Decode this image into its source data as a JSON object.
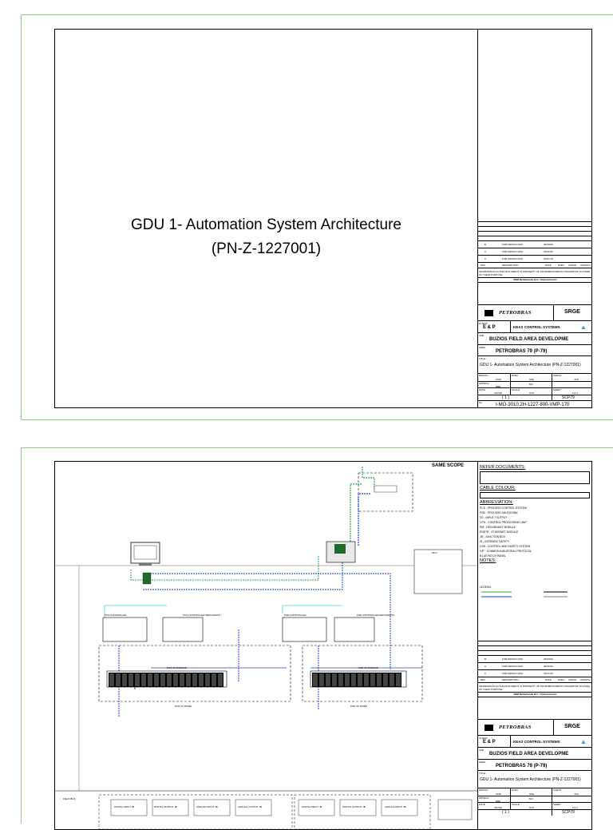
{
  "page1": {
    "title_line1": "GDU 1- Automation System Architecture",
    "title_line2": "(PN-Z-1227001)"
  },
  "title_block": {
    "revisions": [
      {
        "rev": "B",
        "description": "FOR DESIGN (IFD)",
        "date": "26/03/20"
      },
      {
        "rev": "A",
        "description": "FOR DESIGN (IFD)",
        "date": "20/01/20"
      },
      {
        "rev": "0",
        "description": "FOR DESIGN (IFD)",
        "date": "20/07/19"
      }
    ],
    "rev_headers": [
      "REV.",
      "DESCRIPTION",
      "DATE",
      "EXEC.",
      "CHECK",
      "APPROV."
    ],
    "confidential_note": "INFORMATION IN THIS DOCUMENT IS PROPERTY OF PETROBRAS BEING PROHIBITED OUTSIDE OF THEIR PURPOSE",
    "contractor": "SBM Netherlands B.V. / Subcontractor",
    "logo_text": "PETROBRAS",
    "srge": "SRGE",
    "client_label": "CLIENT:",
    "client": "E & P",
    "keas": "KEAS CONTROL SYSTEMS",
    "job_label": "JOB:",
    "job": "BUZIOS FIELD AREA DEVELOPME",
    "area_label": "AREA:",
    "area": "PETROBRAS 79 (P-79)",
    "title_label": "TITLE:",
    "drawing_title": "GDU 1- Automation System Architecture  (PN-Z-1227001)",
    "design_label": "DESIGN",
    "design": "GMP",
    "exec_label": "EXEC.",
    "exec": "SPE",
    "check_label": "CHECK",
    "check": "JUR",
    "approv_label": "APPROV.",
    "approv": "EBE",
    "mo": "MO",
    "date_label": "DATE",
    "date": "2/07/20",
    "scale_label": "SCALE",
    "scale": "NTS",
    "sheet_label": "SHEET",
    "sheet": "1of 3",
    "sheet_no": "( 1 )",
    "scp": "SCP79",
    "no_label": "No.:",
    "doc_no": "I-MO-3010.2H-1227-800-VMP-170"
  },
  "page2": {
    "same_scope": "SAME SCOPE",
    "refer_docs": "REFER DOCUMENTS:",
    "cable_colour": "CABLE COLOUR:",
    "abbreviation": "ABBREVIATION:",
    "abbreviations": [
      "PCS - PROCESS CONTROL SYSTEM",
      "PSD - PROCESS SHUTDOWN",
      "I/O - INPUT / OUTPUT",
      "CPU - CONTROL PROCESSING UNIT",
      "RM - REDUNDANT MODULE",
      "ENETR - ETHERNET MODULE",
      "JB - JUNCTION BOX",
      "IS - INTRINSIC SAFETY",
      "CSS - CONTROL AND SAFETY SYSTEM",
      "CIP - COMMON INDUSTRIAL PROTOCOL",
      "RJ-45 PATCH PANEL"
    ],
    "notes_label": "NOTES:",
    "legend_label": "LEGEND:",
    "pcs_controller": "PCS CONTROLLER",
    "psd_controller": "PSD CONTROLLER",
    "pcs_controller_red": "PCS CONTROLLER REDUNDANT",
    "psd_controller_red": "PSD CONTROLLER REDUNDANT",
    "pcs_io": "PCS I/O MODULE",
    "psd_io": "PSD I/O MODULE",
    "pcs_io_panel": "PCS I/O PANEL",
    "psd_io_panel": "PSD I/O PANEL",
    "mcc": "MCC",
    "field_bus": "FIELD BUS",
    "io_cards": [
      "DIGITAL INPUT JB",
      "DIGITAL OUTPUT JB",
      "ANALOG INPUT JB",
      "ANALOG OUTPUT JB",
      "DIGITAL INPUT JB",
      "DIGITAL OUTPUT JB",
      "ANALOG INPUT JB"
    ]
  },
  "colors": {
    "sheet_border": "#8fd06e",
    "ethernet_blue": "#1f3fcf",
    "ethernet_green": "#2aa84a",
    "cyan": "#3ad0e0"
  }
}
